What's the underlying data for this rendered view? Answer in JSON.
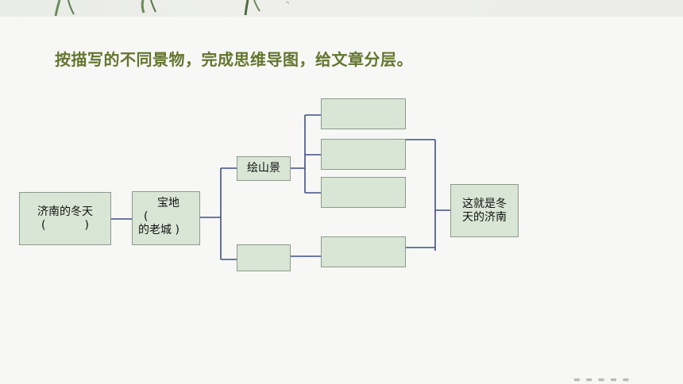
{
  "title": "按描写的不同景物，完成思维导图，给文章分层。",
  "nodes": {
    "root": {
      "line1": "济南的冬天",
      "line2": "(           )"
    },
    "treasure": {
      "line1": "宝地",
      "line2": "(",
      "line3": "的老城 )"
    },
    "mountain": "绘山景",
    "water": "",
    "sub1": "",
    "sub2": "",
    "sub3": "",
    "sub4": "",
    "conclusion": {
      "line1": "这就是冬",
      "line2": "天的济南"
    }
  },
  "colors": {
    "title": "#63752e",
    "node_fill": "#d9e6d6",
    "node_border": "#8c9a8c",
    "connector": "#3d4f8a",
    "background": "#f7f7f5"
  }
}
